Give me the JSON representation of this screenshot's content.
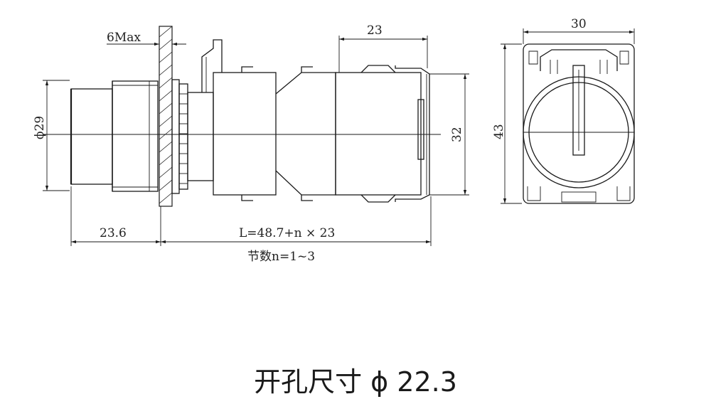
{
  "dimensions": {
    "thickness_max": "6Max",
    "diameter_29": "ϕ29",
    "front_length": "23.6",
    "body_length": "L=48.7+n × 23",
    "sections": "节数n=1~3",
    "module_width": "23",
    "body_height_32": "32",
    "side_width_30": "30",
    "side_height_43": "43"
  },
  "caption": "开孔尺寸 ϕ 22.3"
}
